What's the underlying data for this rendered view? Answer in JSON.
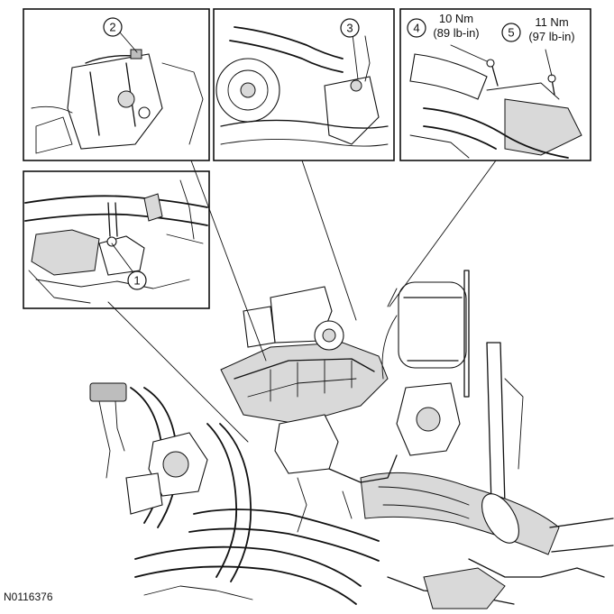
{
  "figure": {
    "id": "N0116376"
  },
  "callouts": [
    {
      "num": "1"
    },
    {
      "num": "2"
    },
    {
      "num": "3"
    },
    {
      "num": "4",
      "torque_nm": "10 Nm",
      "torque_lbin": "(89 lb-in)"
    },
    {
      "num": "5",
      "torque_nm": "11 Nm",
      "torque_lbin": "(97 lb-in)"
    }
  ],
  "colors": {
    "ink": "#111111",
    "shade": "#d9d9d9",
    "background": "#ffffff"
  }
}
